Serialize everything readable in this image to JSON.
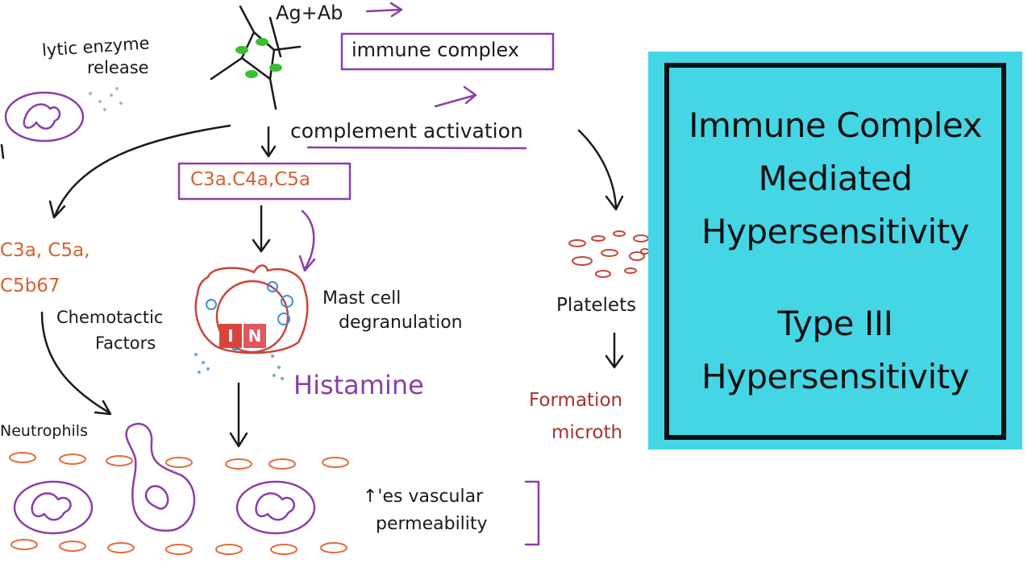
{
  "labels": {
    "ag_ab": "Ag+Ab",
    "immune_complex": "immune complex",
    "lytic_1": "lytic enzyme",
    "lytic_2": "release",
    "complement_activation": "complement activation",
    "c3a_box": "C3a.C4a,C5a",
    "c3a_left_1": "C3a, C5a,",
    "c3a_left_2": "C5b67",
    "chemotactic_1": "Chemotactic",
    "chemotactic_2": "Factors",
    "mast_1": "Mast cell",
    "mast_2": "degranulation",
    "histamine": "Histamine",
    "neutrophils": "Neutrophils",
    "platelets": "Platelets",
    "formation_1": "Formation",
    "formation_2": "microth",
    "vascular_1": "↑'es vascular",
    "vascular_2": "permeability"
  },
  "title_card": {
    "line1": "Immune Complex",
    "line2": "Mediated",
    "line3": "Hypersensitivity",
    "line4": "Type III",
    "line5": "Hypersensitivity"
  },
  "logo": {
    "left": "I",
    "right": "N"
  },
  "colors": {
    "card": "#45d6e6",
    "purple": "#8a3fa6",
    "orange": "#d4622f",
    "red": "#a8322c",
    "green": "#3cbf2e",
    "blue": "#3b8fd9"
  }
}
